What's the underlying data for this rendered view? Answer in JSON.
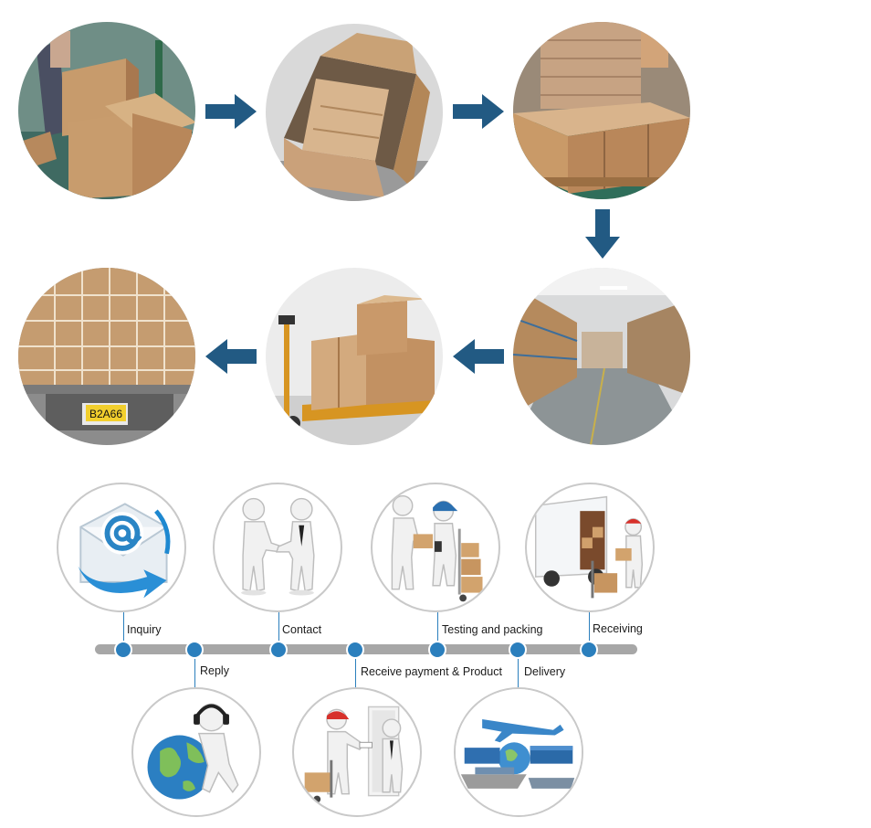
{
  "photos": [
    {
      "name": "photo-folding-boxes",
      "scene": "worker folding cardboard boxes"
    },
    {
      "name": "photo-open-carton",
      "scene": "open empty carton"
    },
    {
      "name": "photo-packed-cartons",
      "scene": "packed cartons on pallet"
    },
    {
      "name": "photo-warehouse",
      "scene": "warehouse storage aisle"
    },
    {
      "name": "photo-pallet-jack",
      "scene": "cartons on pallet jack"
    },
    {
      "name": "photo-truck-loading",
      "scene": "cartons loaded into truck"
    }
  ],
  "truck_plate": "B2A66",
  "steps": [
    {
      "key": "inquiry",
      "label": "Inquiry",
      "icon": "email-at-icon"
    },
    {
      "key": "reply",
      "label": "Reply",
      "icon": "headset-support-icon"
    },
    {
      "key": "contact",
      "label": "Contact",
      "icon": "handshake-icon"
    },
    {
      "key": "payment",
      "label": "Receive payment & Product",
      "icon": "courier-delivery-icon"
    },
    {
      "key": "testing",
      "label": "Testing and packing",
      "icon": "packing-workers-icon"
    },
    {
      "key": "delivery",
      "label": "Delivery",
      "icon": "transport-globe-icon"
    },
    {
      "key": "receiving",
      "label": "Receiving",
      "icon": "delivery-truck-icon"
    }
  ],
  "colors": {
    "arrow": "#225a83",
    "dot": "#2b7fbd",
    "bar": "#a7a7a7",
    "cardboard": "#c99a68"
  }
}
